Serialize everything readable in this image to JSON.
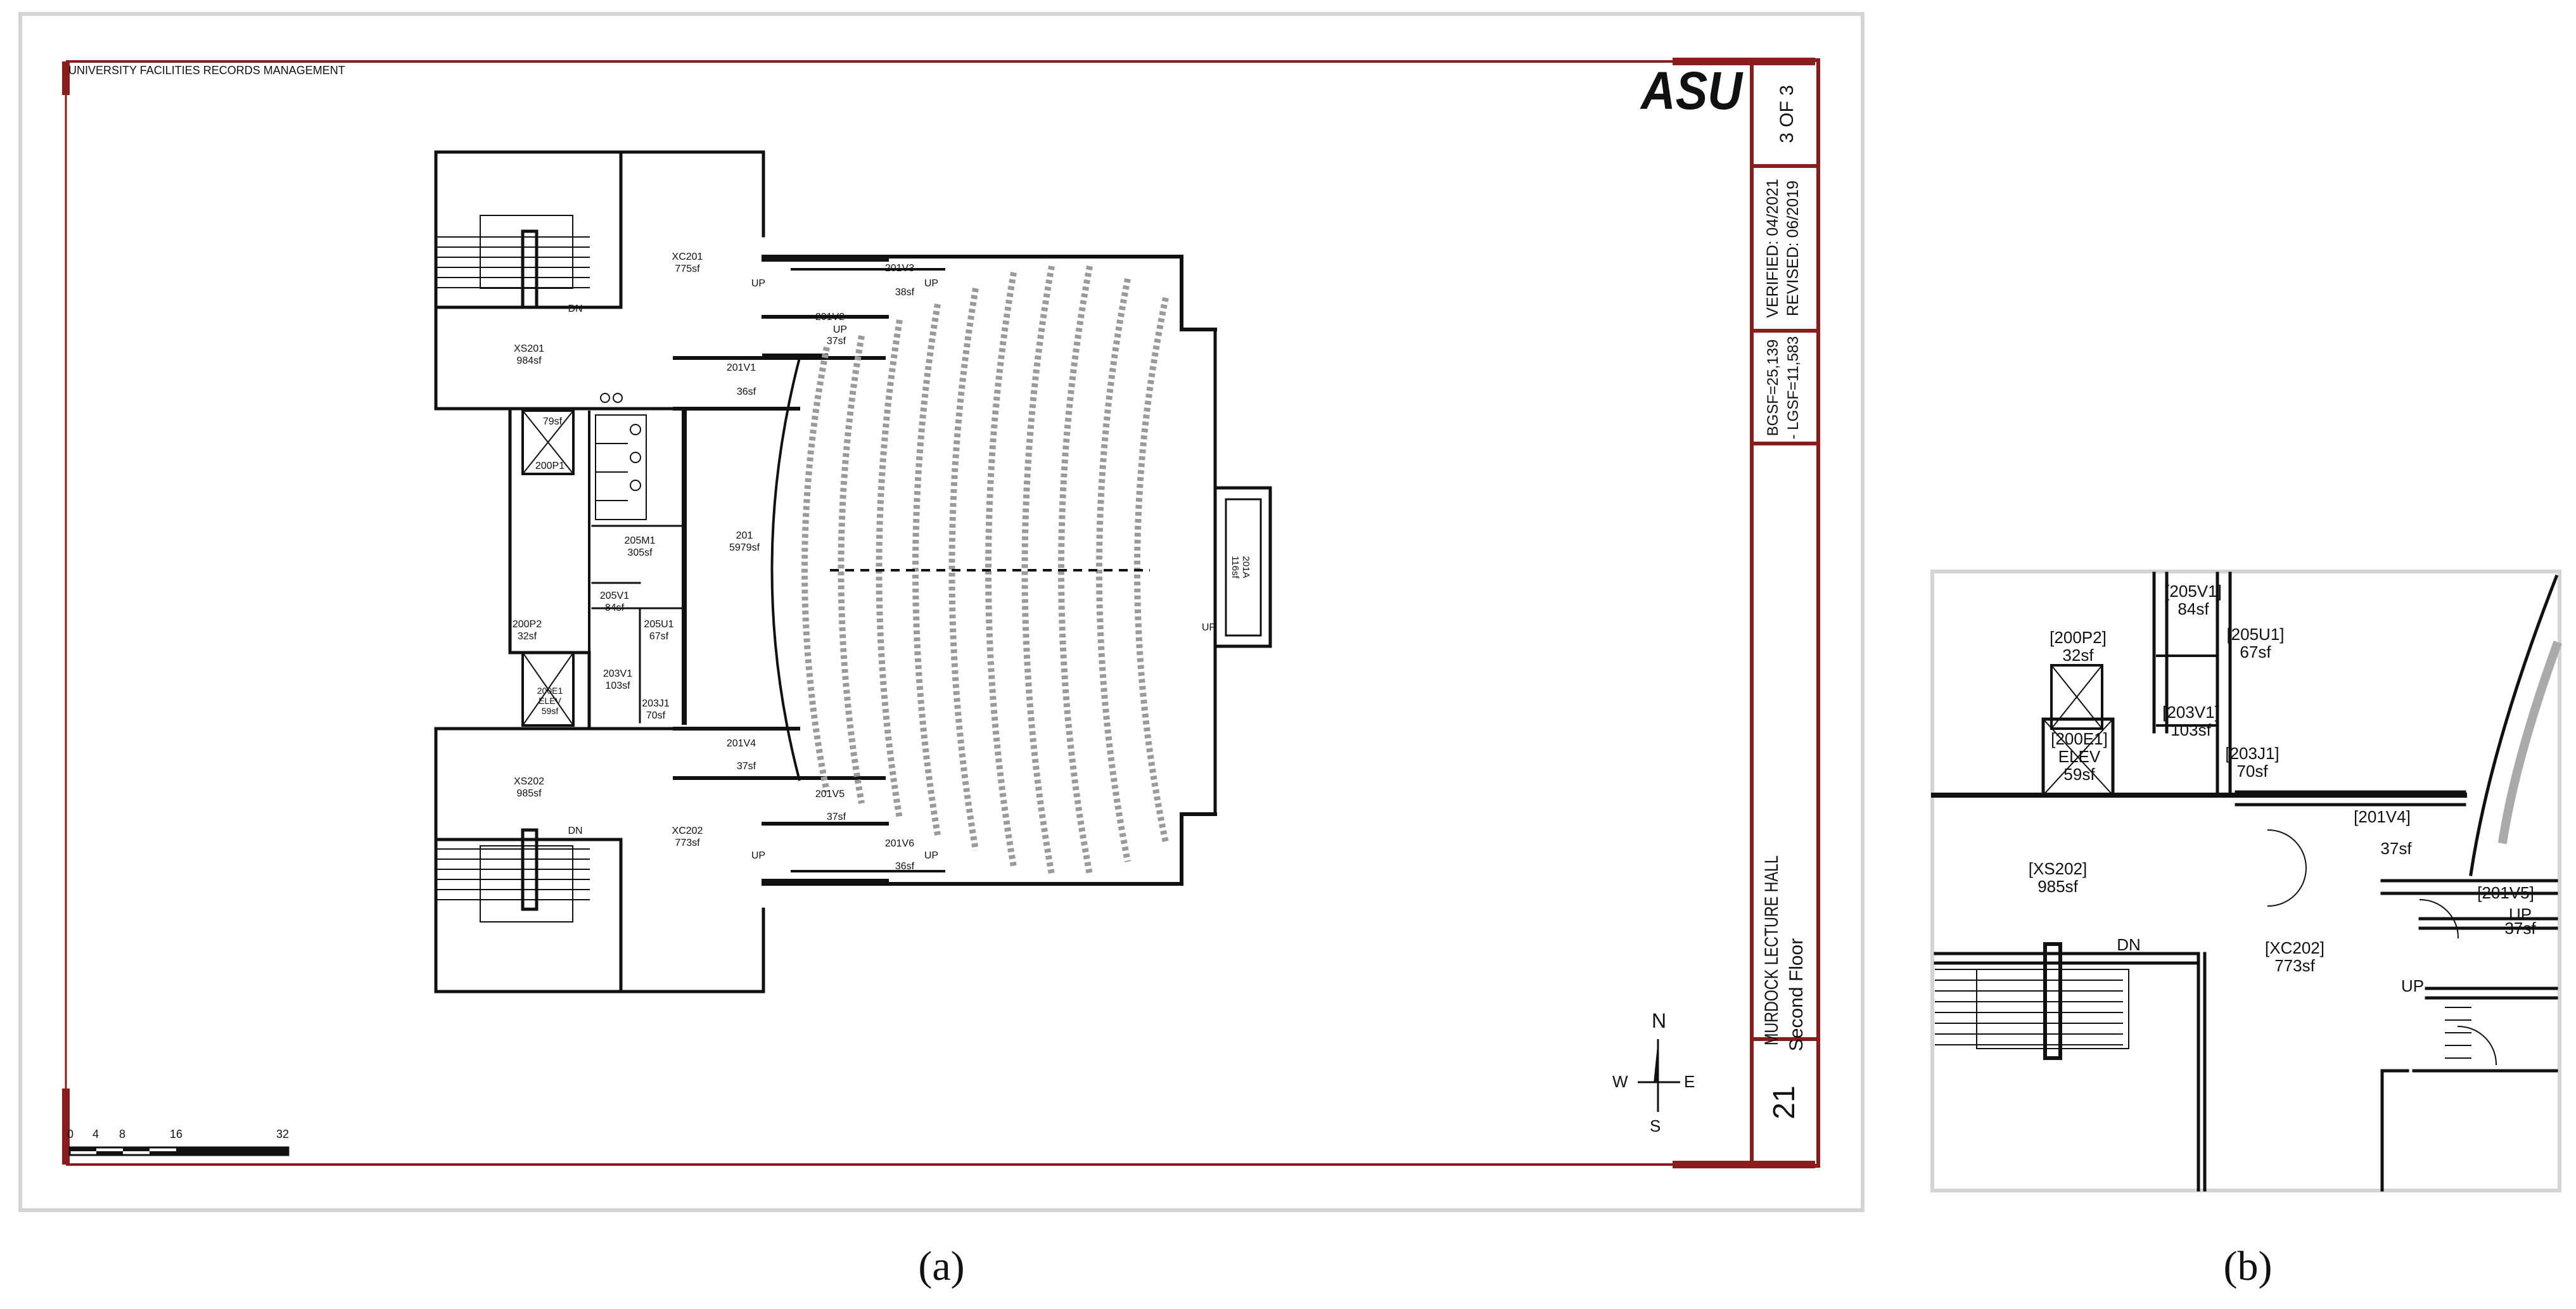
{
  "panel_a": {
    "header": "UNIVERSITY FACILITIES RECORDS MANAGEMENT",
    "logo": "ASU",
    "sheet_of": "3 OF 3",
    "verified": "VERIFIED: 04/2021",
    "revised": "REVISED: 06/2019",
    "bgsf": "BGSF=25,139",
    "lgsf": "- LGSF=11,583",
    "building": "MURDOCK LECTURE HALL",
    "floor": "Second Floor",
    "building_number": "21",
    "compass": {
      "n": "N",
      "s": "S",
      "e": "E",
      "w": "W"
    },
    "scale": {
      "t0": "0",
      "t1": "4",
      "t2": "8",
      "t3": "16",
      "t4": "32"
    },
    "rooms": {
      "xc201": [
        "XC201",
        "775sf"
      ],
      "xs201": [
        "XS201",
        "984sf"
      ],
      "r201v3": [
        "201V3",
        "38sf"
      ],
      "r201v2": [
        "201V2",
        "37sf"
      ],
      "r201v1": [
        "201V1",
        "36sf"
      ],
      "r79": [
        "79sf"
      ],
      "r200p1": [
        "200P1"
      ],
      "r205m1": [
        "205M1",
        "305sf"
      ],
      "r201": [
        "201",
        "5979sf"
      ],
      "r201a": [
        "201A",
        "116sf"
      ],
      "r205v1": [
        "205V1",
        "84sf"
      ],
      "r205u1": [
        "205U1",
        "67sf"
      ],
      "r200p2": [
        "200P2",
        "32sf"
      ],
      "r203v1": [
        "203V1",
        "103sf"
      ],
      "r203j1": [
        "203J1",
        "70sf"
      ],
      "r200e1": [
        "200E1",
        "ELEV",
        "59sf"
      ],
      "r201v4": [
        "201V4",
        "37sf"
      ],
      "xs202": [
        "XS202",
        "985sf"
      ],
      "xc202": [
        "XC202",
        "773sf"
      ],
      "r201v5": [
        "201V5",
        "37sf"
      ],
      "r201v6": [
        "201V6",
        "36sf"
      ]
    },
    "dn1": "DN",
    "dn2": "DN",
    "up1": "UP",
    "up2": "UP",
    "up3": "UP",
    "up4": "UP",
    "up5": "UP",
    "up6": "UP"
  },
  "panel_b": {
    "rooms": {
      "r205v1": [
        "[205V1]",
        "84sf"
      ],
      "r205u1": [
        "[205U1]",
        "67sf"
      ],
      "r200p2": [
        "[200P2]",
        "32sf"
      ],
      "r203v1": [
        "[203V1]",
        "103sf"
      ],
      "r200e1": [
        "[200E1]",
        "ELEV",
        "59sf"
      ],
      "r203j1": [
        "[203J1]",
        "70sf"
      ],
      "r201v4": [
        "[201V4]",
        "37sf"
      ],
      "xs202": [
        "[XS202]",
        "985sf"
      ],
      "r201v5": [
        "[201V5]",
        "37sf"
      ],
      "xc202": [
        "[XC202]",
        "773sf"
      ]
    },
    "up1": "UP",
    "up2": "UP",
    "dn": "DN"
  },
  "captions": {
    "a": "(a)",
    "b": "(b)"
  },
  "colors": {
    "frame": "#8b1c1c",
    "ink": "#111111",
    "seat": "#9a9a9a",
    "border": "#d4d4d4"
  }
}
